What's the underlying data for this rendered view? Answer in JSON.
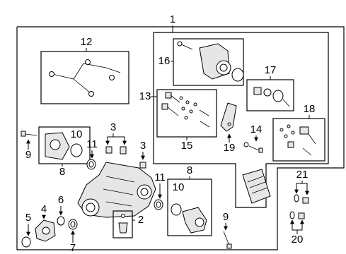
{
  "callouts": {
    "c1": "1",
    "c2": "2",
    "c3a": "3",
    "c3b": "3",
    "c4": "4",
    "c5": "5",
    "c6": "6",
    "c7": "7",
    "c8a": "8",
    "c8b": "8",
    "c9a": "9",
    "c9b": "9",
    "c10a": "10",
    "c10b": "10",
    "c11a": "11",
    "c11b": "11",
    "c12": "12",
    "c13": "13",
    "c14": "14",
    "c15": "15",
    "c16": "16",
    "c17": "17",
    "c18": "18",
    "c19": "19",
    "c20": "20",
    "c21": "21"
  }
}
